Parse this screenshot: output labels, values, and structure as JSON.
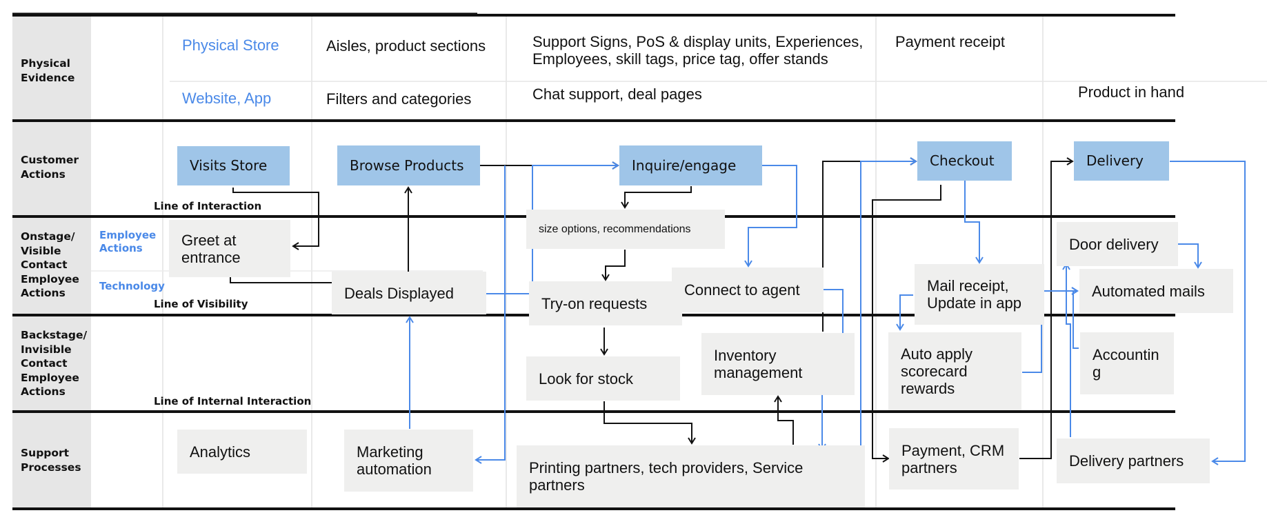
{
  "lanes": {
    "physical_evidence": "Physical\nEvidence",
    "customer_actions": "Customer\nActions",
    "onstage": "Onstage/\nVisible\nContact\nEmployee\nActions",
    "backstage": "Backstage/\nInvisible\nContact\nEmployee\nActions",
    "support": "Support\nProcesses"
  },
  "sublanes": {
    "employee_actions": "Employee\nActions",
    "technology": "Technology"
  },
  "lines": {
    "interaction": "Line of Interaction",
    "visibility": "Line of Visibility",
    "internal_interaction": "Line of Internal Interaction"
  },
  "evidence": {
    "physical_store": "Physical Store",
    "website_app": "Website, App",
    "aisles": "Aisles, product sections",
    "filters": "Filters and categories",
    "support_signs": "Support Signs, PoS & display units, Experiences,\nEmployees, skill tags, price tag, offer stands",
    "chat_support": "Chat support, deal pages",
    "payment_receipt": "Payment receipt",
    "product_in_hand": "Product in hand"
  },
  "customer_actions": {
    "visits_store": "Visits Store",
    "browse_products": "Browse Products",
    "inquire": "Inquire/engage",
    "checkout": "Checkout",
    "delivery": "Delivery"
  },
  "onstage": {
    "greet": "Greet at\nentrance",
    "deals": "Deals Displayed",
    "size_options": "size options, recommendations",
    "try_on": "Try-on requests",
    "connect_agent": "Connect to agent",
    "mail_receipt": "Mail receipt,\nUpdate in app",
    "door_delivery": "Door delivery",
    "automated_mails": "Automated mails"
  },
  "backstage": {
    "look_stock": "Look for stock",
    "inventory": "Inventory\nmanagement",
    "auto_apply": "Auto apply\nscorecard\nrewards",
    "accounting": "Accountin\ng"
  },
  "support": {
    "analytics": "Analytics",
    "marketing": "Marketing\nautomation",
    "printing": "Printing partners, tech providers, Service\npartners",
    "payment_crm": "Payment, CRM\npartners",
    "delivery_partners": "Delivery partners"
  },
  "colors": {
    "action_blue": "#9fc5e8",
    "box_grey": "#efefee",
    "arrow_blue": "#4a89e8",
    "lane_grey": "#e6e6e6"
  }
}
